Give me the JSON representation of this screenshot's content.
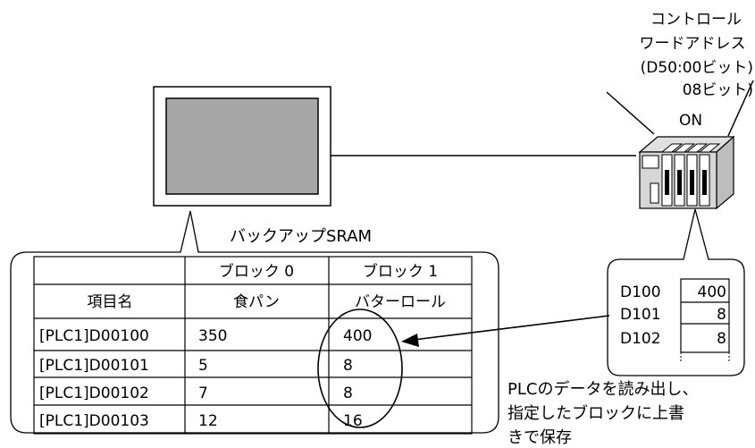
{
  "plc_label": {
    "line1": "コントロール",
    "line2": "ワードアドレス",
    "line3": "(D50:00ビット)",
    "line4": "08ビット)",
    "status": "ON"
  },
  "sram_title": "バックアップSRAM",
  "table": {
    "header_blocks": [
      "ブロック 0",
      "ブロック 1"
    ],
    "header_row2": [
      "項目名",
      "食パン",
      "バターロール"
    ],
    "rows": [
      [
        "[PLC1]D00100",
        "350",
        "400"
      ],
      [
        "[PLC1]D00101",
        "5",
        "8"
      ],
      [
        "[PLC1]D00102",
        "7",
        "8"
      ],
      [
        "[PLC1]D00103",
        "12",
        "16"
      ]
    ]
  },
  "plc_memory": [
    {
      "address": "D100",
      "value": "400"
    },
    {
      "address": "D101",
      "value": "8"
    },
    {
      "address": "D102",
      "value": "8"
    }
  ],
  "note": {
    "line1": "PLCのデータを読み出し、",
    "line2": "指定したブロックに上書",
    "line3": "きで保存"
  }
}
